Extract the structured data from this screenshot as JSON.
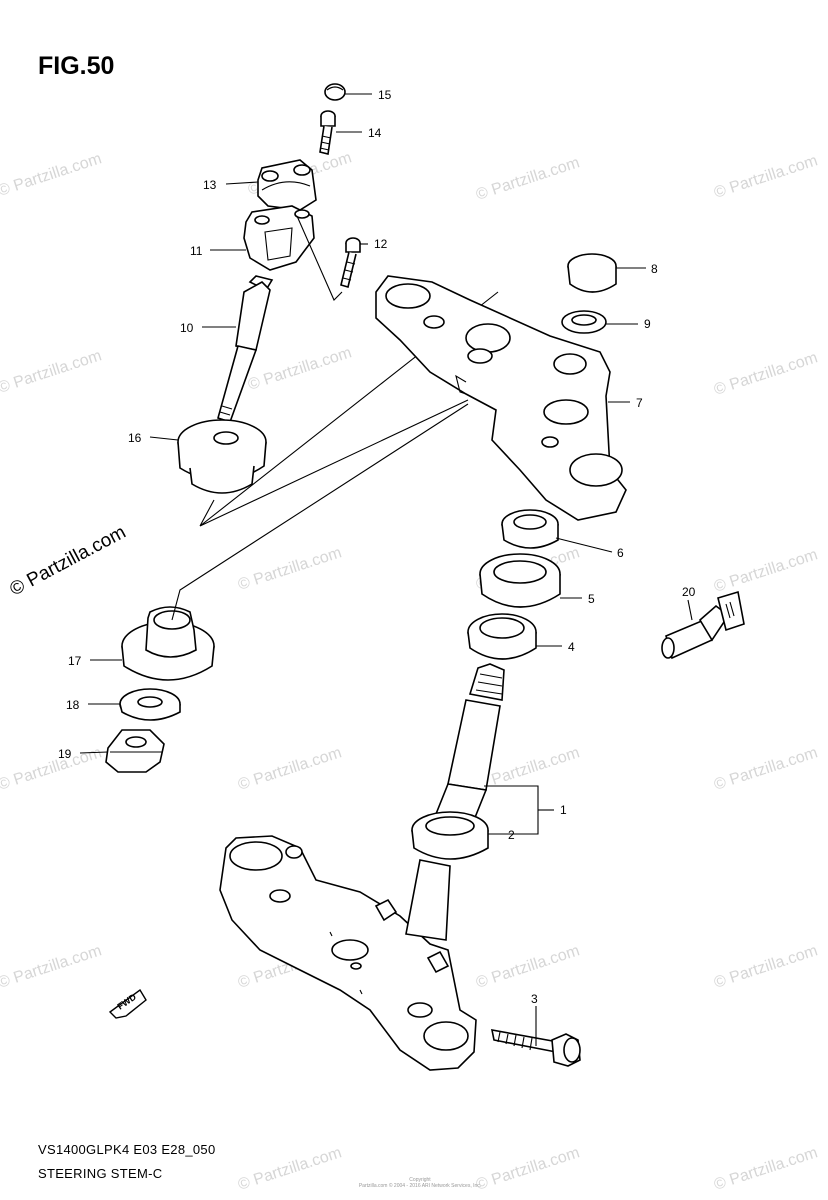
{
  "figure": {
    "title": "FIG.50",
    "model_code": "VS1400GLPK4 E03 E28_050",
    "section_name": "STEERING STEM-C"
  },
  "watermark": {
    "text": "© Partzilla.com",
    "copyright_line1": "Copyright",
    "copyright_line2": "Partzilla.com © 2004 - 2016 ARI Network Services, Inc."
  },
  "fwd_label": "FWD",
  "callouts": [
    {
      "id": "15",
      "label": "15"
    },
    {
      "id": "14",
      "label": "14"
    },
    {
      "id": "13",
      "label": "13"
    },
    {
      "id": "12",
      "label": "12"
    },
    {
      "id": "11",
      "label": "11"
    },
    {
      "id": "10",
      "label": "10"
    },
    {
      "id": "16",
      "label": "16"
    },
    {
      "id": "8",
      "label": "8"
    },
    {
      "id": "9",
      "label": "9"
    },
    {
      "id": "7",
      "label": "7"
    },
    {
      "id": "6",
      "label": "6"
    },
    {
      "id": "5",
      "label": "5"
    },
    {
      "id": "4",
      "label": "4"
    },
    {
      "id": "20",
      "label": "20"
    },
    {
      "id": "17",
      "label": "17"
    },
    {
      "id": "18",
      "label": "18"
    },
    {
      "id": "19",
      "label": "19"
    },
    {
      "id": "1",
      "label": "1"
    },
    {
      "id": "2",
      "label": "2"
    },
    {
      "id": "3",
      "label": "3"
    }
  ]
}
